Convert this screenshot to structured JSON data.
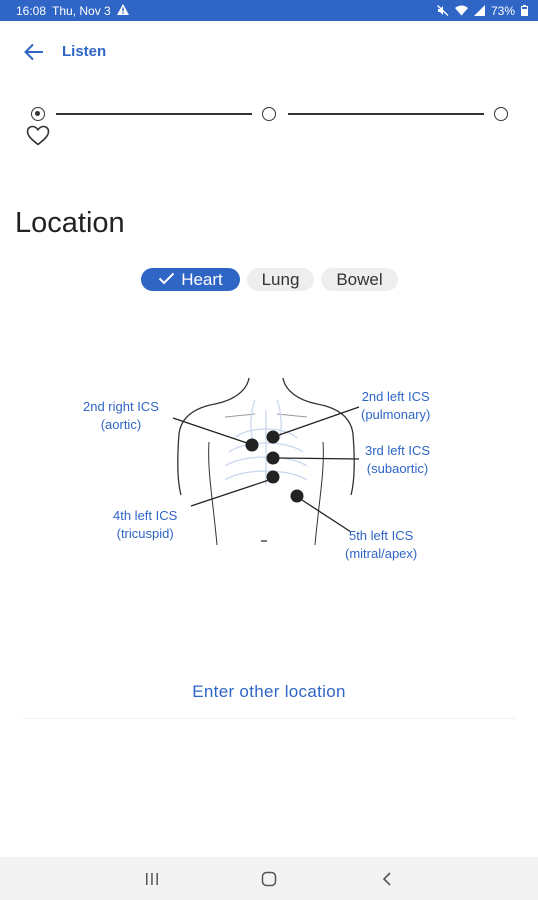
{
  "status_bar": {
    "time": "16:08",
    "date": "Thu, Nov 3",
    "battery": "73%"
  },
  "app_bar": {
    "title": "Listen"
  },
  "stepper": {
    "current_step": 1,
    "total_steps": 3
  },
  "section": {
    "title": "Location"
  },
  "chips": [
    {
      "label": "Heart",
      "selected": true
    },
    {
      "label": "Lung",
      "selected": false
    },
    {
      "label": "Bowel",
      "selected": false
    }
  ],
  "diagram": {
    "labels": {
      "right_2nd_title": "2nd right ICS",
      "right_2nd_sub": "(aortic)",
      "left_2nd_title": "2nd left ICS",
      "left_2nd_sub": "(pulmonary)",
      "left_3rd_title": "3rd left ICS",
      "left_3rd_sub": "(subaortic)",
      "left_4th_title": "4th left ICS",
      "left_4th_sub": "(tricuspid)",
      "left_5th_title": "5th left ICS",
      "left_5th_sub": "(mitral/apex)"
    }
  },
  "other_location": "Enter other location",
  "colors": {
    "accent": "#2f66c6",
    "text": "#222222",
    "chip_bg": "#eeeeee"
  }
}
